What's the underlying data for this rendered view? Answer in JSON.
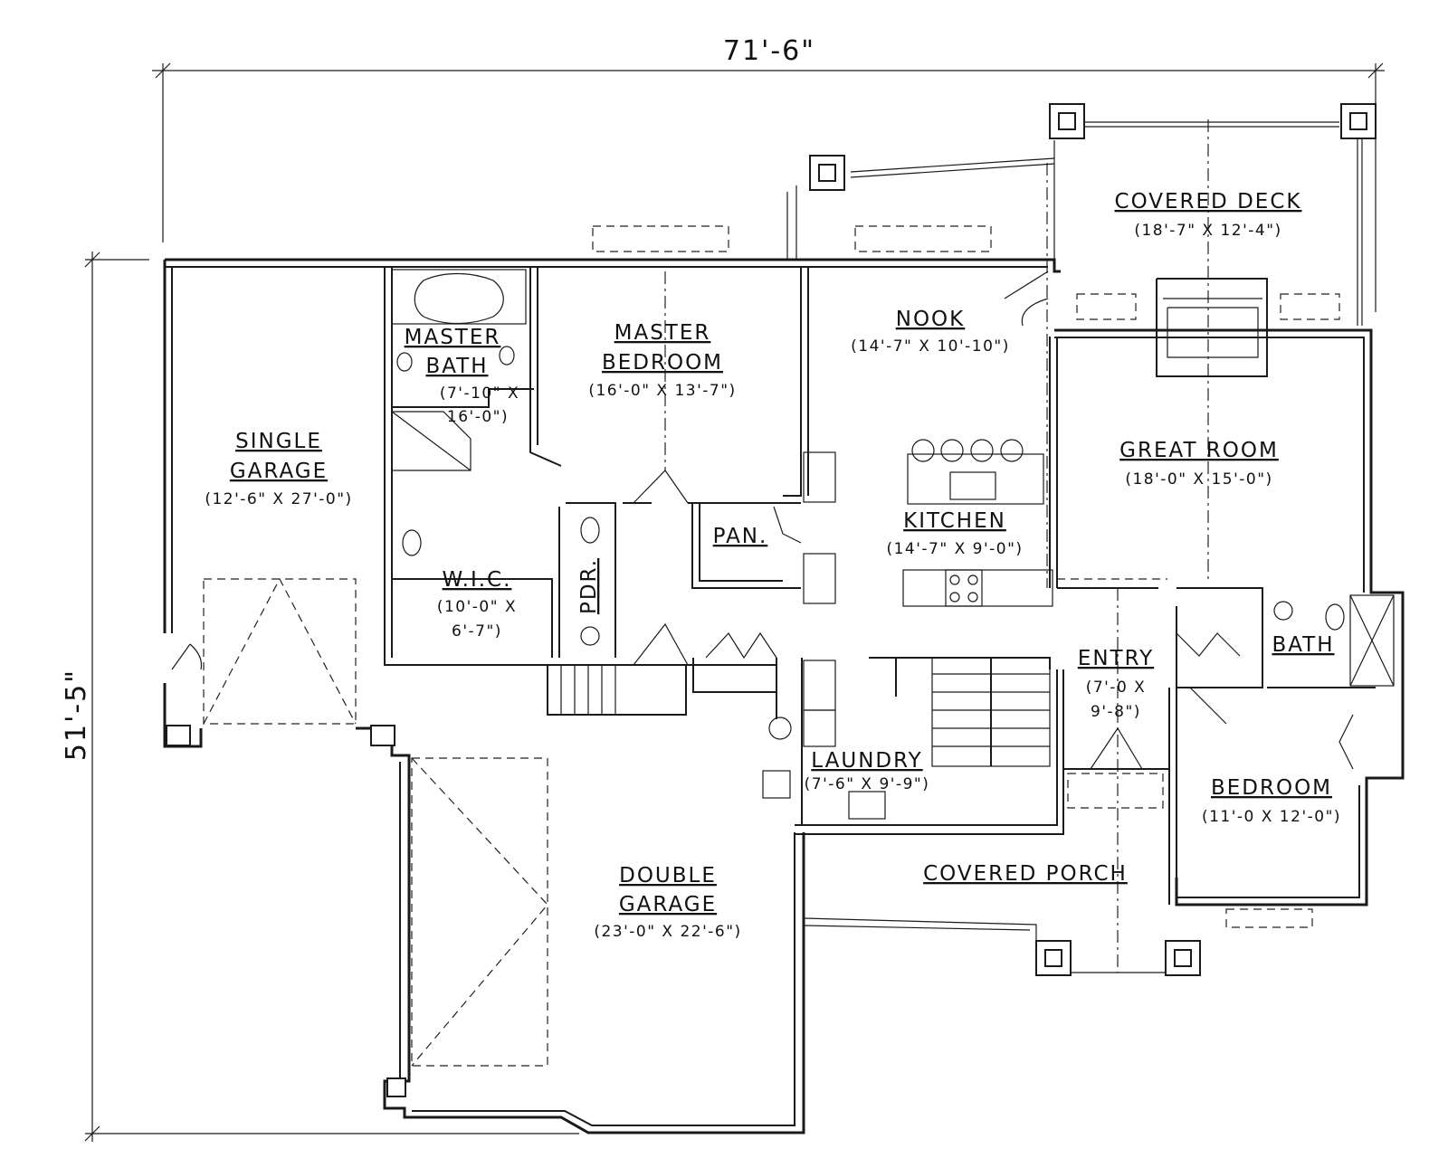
{
  "overall_width": "71'-6\"",
  "overall_depth": "51'-5\"",
  "rooms": {
    "covered_deck": {
      "name": "COVERED DECK",
      "size": "(18'-7\" X 12'-4\")"
    },
    "nook": {
      "name": "NOOK",
      "size": "(14'-7\" X 10'-10\")"
    },
    "master_bedroom": {
      "name1": "MASTER",
      "name2": "BEDROOM",
      "size": "(16'-0\" X 13'-7\")"
    },
    "master_bath": {
      "name1": "MASTER",
      "name2": "BATH",
      "size1": "(7'-10\" X",
      "size2": "16'-0\")"
    },
    "great_room": {
      "name": "GREAT ROOM",
      "size": "(18'-0\" X 15'-0\")"
    },
    "single_garage": {
      "name1": "SINGLE",
      "name2": "GARAGE",
      "size": "(12'-6\" X 27'-0\")"
    },
    "kitchen": {
      "name": "KITCHEN",
      "size": "(14'-7\" X 9'-0\")"
    },
    "pantry": {
      "name": "PAN."
    },
    "wic": {
      "name": "W.I.C.",
      "size1": "(10'-0\" X",
      "size2": "6'-7\")"
    },
    "pdr": {
      "name": "PDR."
    },
    "entry": {
      "name": "ENTRY",
      "size1": "(7'-0 X",
      "size2": "9'-8\")"
    },
    "bath": {
      "name": "BATH"
    },
    "laundry": {
      "name": "LAUNDRY",
      "size": "(7'-6\" X 9'-9\")"
    },
    "bedroom": {
      "name": "BEDROOM",
      "size": "(11'-0 X 12'-0\")"
    },
    "covered_porch": {
      "name": "COVERED PORCH"
    },
    "double_garage": {
      "name1": "DOUBLE",
      "name2": "GARAGE",
      "size": "(23'-0\" X 22'-6\")"
    }
  }
}
